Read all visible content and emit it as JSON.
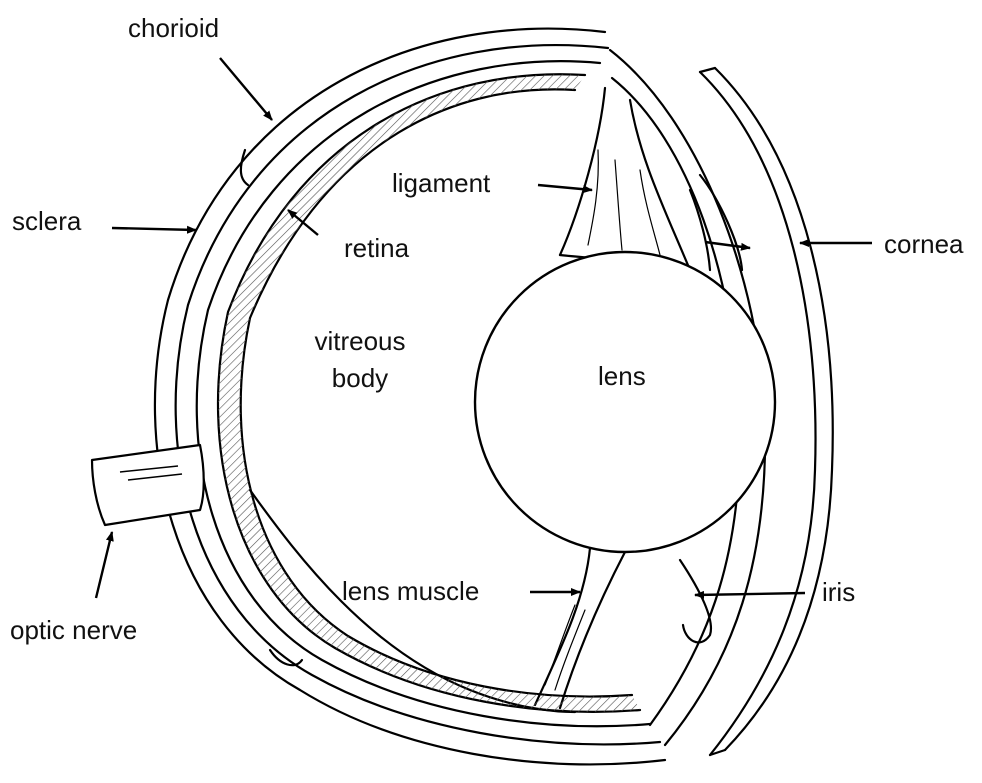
{
  "labels": {
    "chorioid": "chorioid",
    "sclera": "sclera",
    "retina": "retina",
    "ligament": "ligament",
    "cornea": "cornea",
    "vitreous_body_line1": "vitreous",
    "vitreous_body_line2": "body",
    "lens": "lens",
    "lens_muscle": "lens muscle",
    "iris": "iris",
    "optic_nerve": "optic nerve"
  }
}
